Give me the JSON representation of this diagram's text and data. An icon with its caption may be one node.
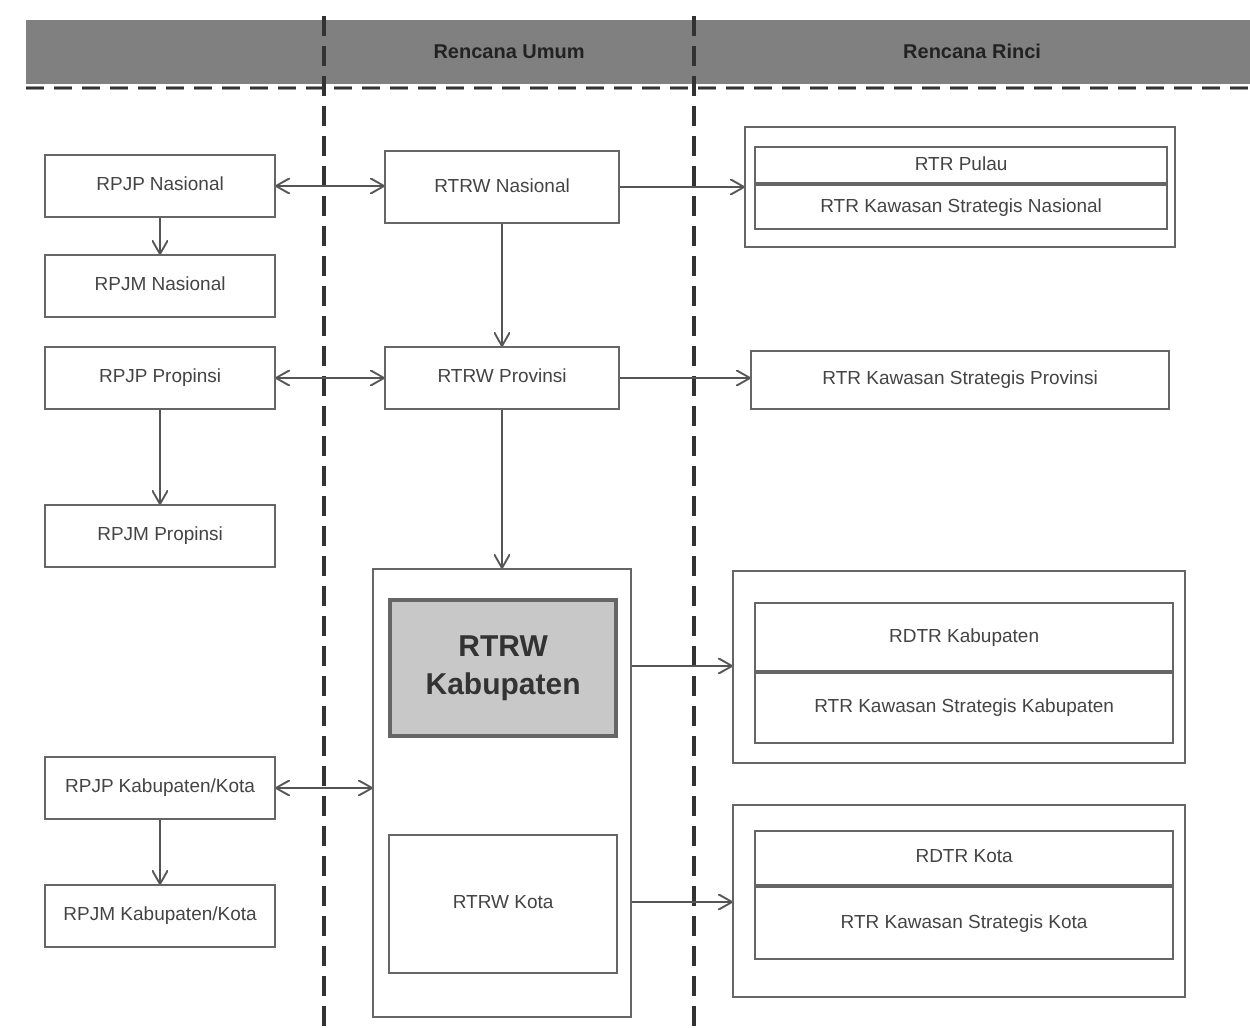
{
  "diagram": {
    "nodes": [
      {
        "text": [
          "RPJP Nasional"
        ]
      },
      {
        "text": [
          "RTRW Nasional"
        ]
      },
      {
        "text": [],
        "shape": "box"
      },
      {
        "text": [
          "RTR Pulau"
        ],
        "in": 2
      },
      {
        "text": [
          "RTR Kawasan Strategis Nasional"
        ],
        "in": 2
      },
      {
        "text": [
          "RPJM Nasional"
        ]
      },
      {
        "text": [
          "RPJP Propinsi"
        ]
      },
      {
        "text": [
          "RTRW Provinsi"
        ]
      },
      {
        "text": [
          "RTR Kawasan Strategis Provinsi"
        ]
      },
      {
        "text": [
          "RPJM Propinsi"
        ]
      },
      {
        "text": [],
        "shape": "box"
      },
      {
        "text": [
          "RTRW Kabupaten"
        ],
        "in": 10
      },
      {
        "text": [],
        "shape": "box"
      },
      {
        "text": [
          "RDTR Kabupaten"
        ],
        "in": 12
      },
      {
        "text": [
          "RTR Kawasan Strategis Kabupaten"
        ],
        "in": 12
      },
      {
        "text": [
          "RPJP Kabupaten/Kota"
        ]
      },
      {
        "text": [
          "RTRW Kota"
        ],
        "in": 10
      },
      {
        "text": [],
        "shape": "box"
      },
      {
        "text": [
          "RDTR Kota"
        ],
        "in": 17
      },
      {
        "text": [
          "RTR Kawasan Strategis Kota"
        ],
        "in": 17
      },
      {
        "text": [
          "RPJM Kabupaten/Kota"
        ]
      }
    ],
    "edges": [
      {
        "from": 0,
        "to": 1,
        "arrow": "both"
      },
      {
        "from": 1,
        "to": 2,
        "arrow": "to"
      },
      {
        "from": 0,
        "to": 5,
        "arrow": "to"
      },
      {
        "from": 1,
        "to": 7,
        "arrow": "to"
      },
      {
        "from": 6,
        "to": 7,
        "arrow": "both"
      },
      {
        "from": 7,
        "to": 8,
        "arrow": "to"
      },
      {
        "from": 6,
        "to": 9,
        "arrow": "to"
      },
      {
        "from": 7,
        "to": 10,
        "arrow": "to"
      },
      {
        "from": 11,
        "to": 12,
        "arrow": "to"
      },
      {
        "from": 15,
        "to": 10,
        "arrow": "both"
      },
      {
        "from": 15,
        "to": 20,
        "arrow": "to"
      },
      {
        "from": 16,
        "to": 17,
        "arrow": "to"
      }
    ],
    "labels": [
      "Rencana Umum",
      "Rencana Rinci"
    ]
  }
}
